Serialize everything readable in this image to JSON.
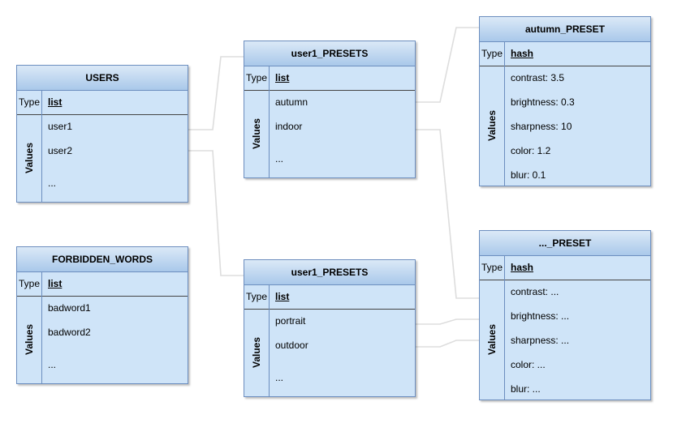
{
  "common": {
    "type_label": "Type",
    "values_label": "Values"
  },
  "colors": {
    "fill": "#cfe4f8",
    "stroke": "#6c8ebf",
    "connector": "#dddddd"
  },
  "tables": {
    "users": {
      "title": "USERS",
      "type": "list",
      "rows": [
        "user1",
        "user2",
        "..."
      ]
    },
    "forbidden": {
      "title": "FORBIDDEN_WORDS",
      "type": "list",
      "rows": [
        "badword1",
        "badword2",
        "..."
      ]
    },
    "presets_a": {
      "title": "user1_PRESETS",
      "type": "list",
      "rows": [
        "autumn",
        "indoor",
        "..."
      ]
    },
    "presets_b": {
      "title": "user1_PRESETS",
      "type": "list",
      "rows": [
        "portrait",
        "outdoor",
        "..."
      ]
    },
    "autumn": {
      "title": "autumn_PRESET",
      "type": "hash",
      "rows": [
        "contrast: 3.5",
        "brightness: 0.3",
        "sharpness: 10",
        "color: 1.2",
        "blur: 0.1"
      ]
    },
    "generic": {
      "title": "..._PRESET",
      "type": "hash",
      "rows": [
        "contrast: ...",
        "brightness: ...",
        "sharpness: ...",
        "color: ...",
        "blur: ..."
      ]
    }
  }
}
